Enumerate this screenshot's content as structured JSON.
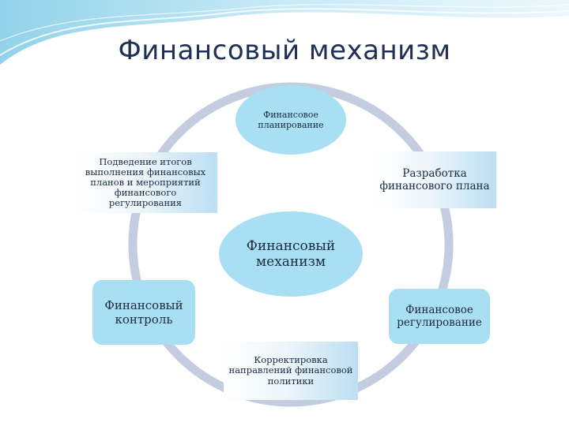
{
  "title": "Финансовый механизм",
  "nodes": {
    "planning": "Финансовое планирование",
    "summary": "Подведение итогов выполнения финансовых планов и мероприятий финансового регулирования",
    "develop": "Разработка финансового плана",
    "core": "Финансовый механизм",
    "control": "Финансовый контроль",
    "regulate": "Финансовое регулирование",
    "correct": "Корректировка направлений финансовой политики"
  },
  "colors": {
    "ring": "#c4cde0",
    "node_fill": "#a8dff2",
    "title": "#1f2f55",
    "wave": "#a9dcef"
  }
}
